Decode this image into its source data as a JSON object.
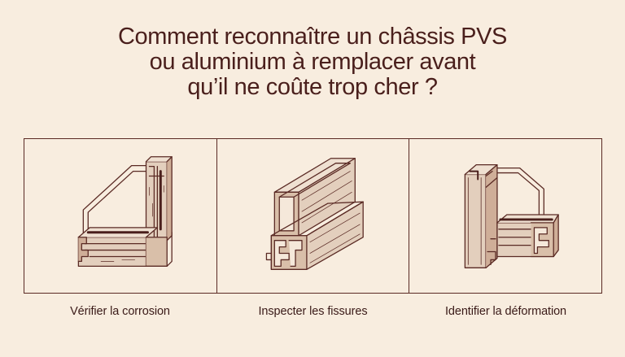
{
  "title": {
    "line1": "Comment reconnaître un châssis PVS",
    "line2": "ou aluminium à remplacer avant",
    "line3": "qu’il ne coûte trop cher ?"
  },
  "panels": [
    {
      "caption": "Vérifier la corrosion",
      "icon": "window-frame-corner-icon"
    },
    {
      "caption": "Inspecter les fissures",
      "icon": "profile-section-icon"
    },
    {
      "caption": "Identifier la déformation",
      "icon": "window-frame-profile-icon"
    }
  ],
  "colors": {
    "background": "#f8eddf",
    "ink": "#4a1f1c",
    "frame_fill": "#e3cfbd",
    "frame_shade": "#cfae98"
  }
}
